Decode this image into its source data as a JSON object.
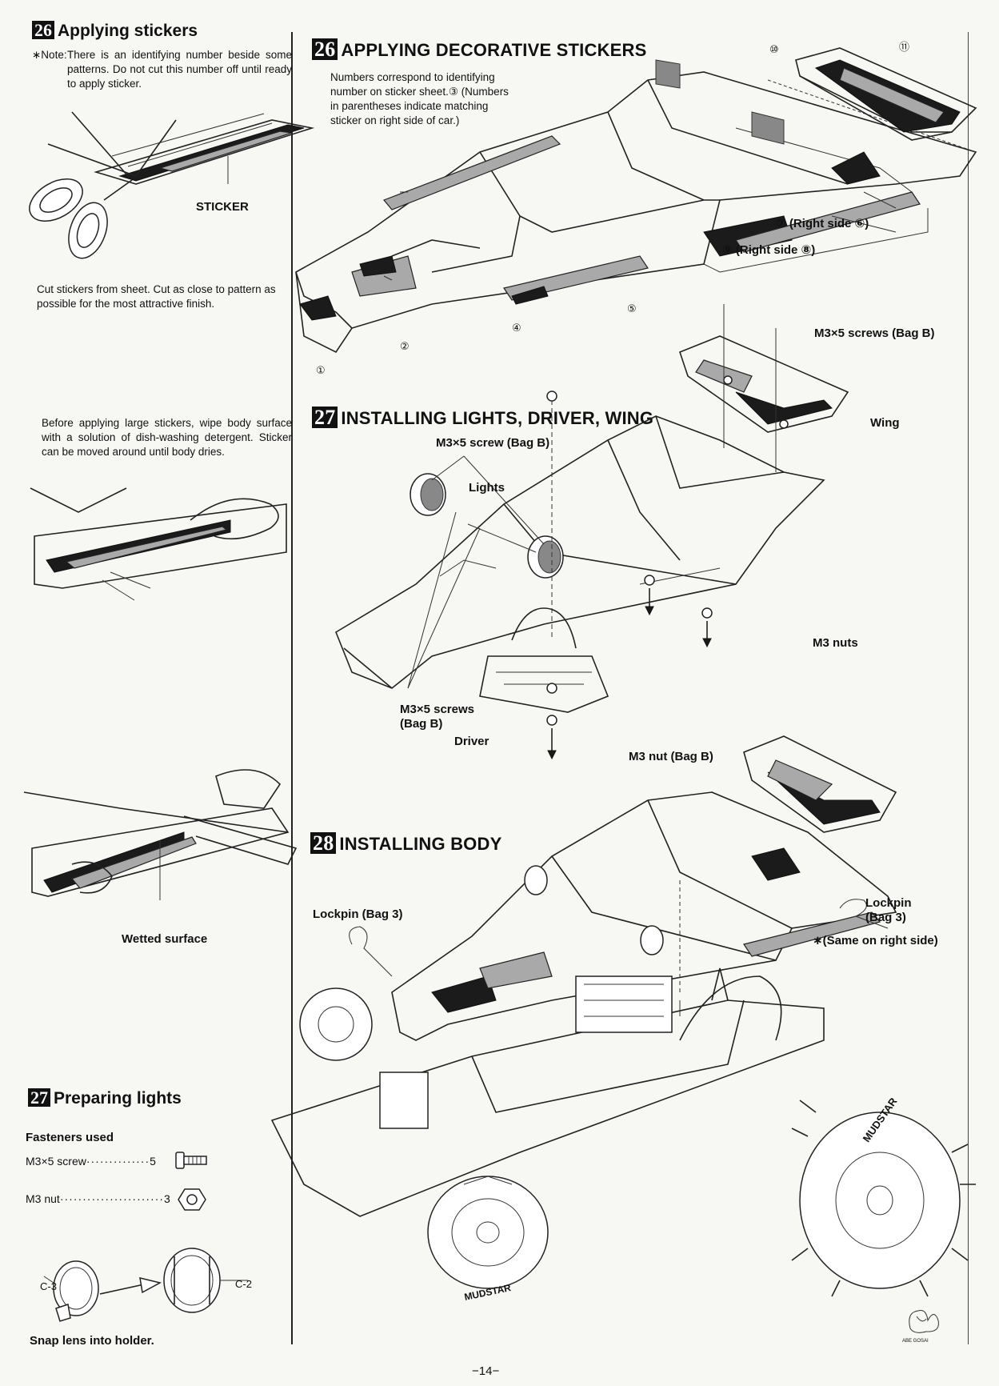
{
  "page_number": "−14−",
  "left": {
    "sec26": {
      "badge": "26",
      "title": "Applying stickers",
      "note_mark": "∗Note:",
      "note_text": "There is an identifying number beside some patterns.  Do not cut this number off until ready to apply sticker.",
      "sticker_label": "STICKER",
      "cut_text": "Cut stickers from sheet.  Cut as close to pattern as possible for the most attractive finish.",
      "wipe_text": "Before applying large stickers, wipe body surface with a solution of dish-washing detergent.  Sticker can be moved around until body dries.",
      "wetted_label": "Wetted surface"
    },
    "sec27": {
      "badge": "27",
      "title": "Preparing lights",
      "fasteners_title": "Fasteners used",
      "fasteners": [
        {
          "name": "M3×5 screw",
          "qty": "5"
        },
        {
          "name": "M3 nut",
          "qty": "3"
        }
      ],
      "c3": "C-3",
      "c2": "C-2",
      "snap_text": "Snap lens into holder."
    }
  },
  "right": {
    "sec26": {
      "badge": "26",
      "title": "APPLYING DECORATIVE STICKERS",
      "desc": "Numbers correspond to identifying number on sticker sheet.③ (Numbers in parentheses indicate matching sticker on right side of car.)",
      "callouts": [
        "①",
        "②",
        "④",
        "⑤",
        "⑪",
        "⑩"
      ],
      "right7": "⑦ (Right side ⑥)",
      "right9": "⑨ (Right side ⑧)"
    },
    "sec27": {
      "badge": "27",
      "title": "INSTALLING LIGHTS, DRIVER, WING",
      "screw_top": "M3×5 screw (Bag B)",
      "screws_wing": "M3×5 screws (Bag B)",
      "wing": "Wing",
      "lights": "Lights",
      "m3_nuts": "M3 nuts",
      "screws_lights": "M3×5 screws\n(Bag B)",
      "driver": "Driver",
      "m3_nut": "M3 nut (Bag B)"
    },
    "sec28": {
      "badge": "28",
      "title": "INSTALLING BODY",
      "lockpin_left": "Lockpin (Bag 3)",
      "lockpin_right": "Lockpin\n(Bag 3)",
      "same_right": "∗(Same on right side)",
      "tire_text": "MUDSTAR"
    },
    "signature": "ABE GOSAI"
  }
}
